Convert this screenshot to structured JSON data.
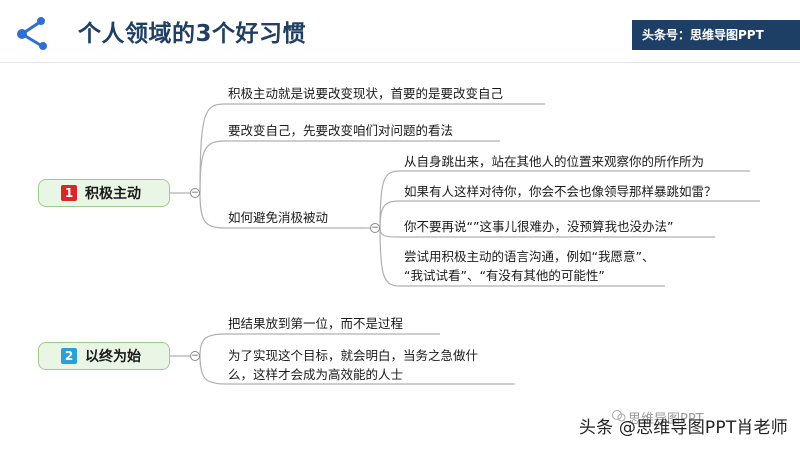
{
  "title": "个人领域的3个好习惯",
  "brand_badge": "头条号：思维导图PPT",
  "colors": {
    "title": "#1f3f63",
    "badge_bg": "#1e3f65",
    "num1": "#d62828",
    "num2": "#2aa0d8",
    "box_fill": "#eaf6e5",
    "box_border": "#9ccc8a"
  },
  "habits": [
    {
      "number": "1",
      "label": "积极主动",
      "children": [
        {
          "text": "积极主动就是说要改变现状，首要的是要改变自己"
        },
        {
          "text": "要改变自己，先要改变咱们对问题的看法"
        },
        {
          "text": "如何避免消极被动",
          "children": [
            {
              "text": "从自身跳出来，站在其他人的位置来观察你的所作所为"
            },
            {
              "text": "如果有人这样对待你，你会不会也像领导那样暴跳如雷？"
            },
            {
              "text": "你不要再说“”这事儿很难办，没预算我也没办法”"
            },
            {
              "line1": "尝试用积极主动的语言沟通，例如“我愿意”、",
              "line2": "“我试试看”、“有没有其他的可能性”"
            }
          ]
        }
      ]
    },
    {
      "number": "2",
      "label": "以终为始",
      "children": [
        {
          "text": "把结果放到第一位，而不是过程"
        },
        {
          "line1": "为了实现这个目标，就会明白，当务之急做什",
          "line2": "么，这样才会成为高效能的人士"
        }
      ]
    }
  ],
  "watermark": {
    "small": "思维导图PPT",
    "main": "头条 @思维导图PPT肖老师"
  }
}
